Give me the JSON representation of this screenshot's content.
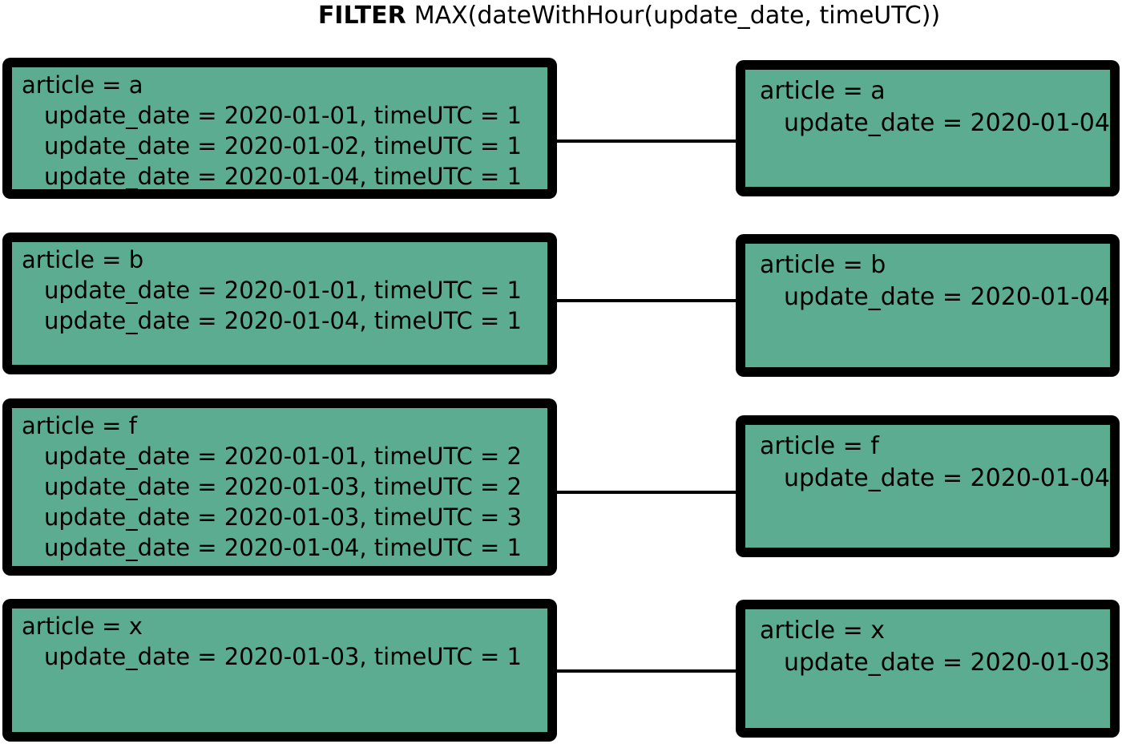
{
  "title": {
    "keyword": "FILTER",
    "expression": "MAX(dateWithHour(update_date, timeUTC))"
  },
  "colors": {
    "box_fill": "#5CAC91",
    "box_border": "#000000",
    "connector": "#000000",
    "background": "#FFFFFF",
    "text": "#000000"
  },
  "pairs": [
    {
      "input": {
        "header": "article = a",
        "rows": [
          "update_date = 2020-01-01, timeUTC = 1",
          "update_date = 2020-01-02, timeUTC = 1",
          "update_date = 2020-01-04, timeUTC = 1"
        ]
      },
      "output": {
        "header": "article = a",
        "rows": [
          "update_date = 2020-01-04"
        ]
      }
    },
    {
      "input": {
        "header": "article = b",
        "rows": [
          "update_date = 2020-01-01, timeUTC = 1",
          "update_date = 2020-01-04, timeUTC = 1"
        ]
      },
      "output": {
        "header": "article = b",
        "rows": [
          "update_date = 2020-01-04"
        ]
      }
    },
    {
      "input": {
        "header": "article = f",
        "rows": [
          "update_date = 2020-01-01, timeUTC = 2",
          "update_date = 2020-01-03, timeUTC = 2",
          "update_date = 2020-01-03, timeUTC = 3",
          "update_date = 2020-01-04, timeUTC = 1"
        ]
      },
      "output": {
        "header": "article = f",
        "rows": [
          "update_date = 2020-01-04"
        ]
      }
    },
    {
      "input": {
        "header": "article = x",
        "rows": [
          "update_date = 2020-01-03, timeUTC = 1"
        ]
      },
      "output": {
        "header": "article = x",
        "rows": [
          "update_date = 2020-01-03"
        ]
      }
    }
  ]
}
